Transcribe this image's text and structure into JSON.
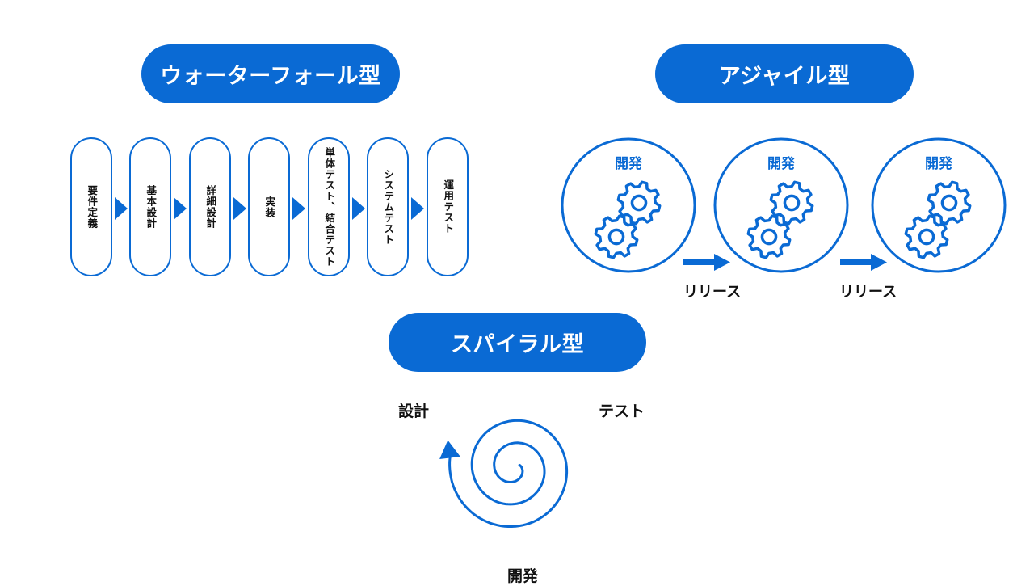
{
  "waterfall": {
    "title": "ウォーターフォール型",
    "steps": [
      "要件定義",
      "基本設計",
      "詳細設計",
      "実装",
      "単体テスト、結合テスト",
      "システムテスト",
      "運用テスト"
    ]
  },
  "agile": {
    "title": "アジャイル型",
    "iterations": [
      "開発",
      "開発",
      "開発"
    ],
    "releases": [
      "リリース",
      "リリース"
    ]
  },
  "spiral": {
    "title": "スパイラル型",
    "labels": {
      "design": "設計",
      "test": "テスト",
      "develop": "開発"
    }
  },
  "colors": {
    "accent": "#0a6ad4",
    "text": "#111111"
  },
  "icons": [
    "gears-icon",
    "arrow-right-icon",
    "spiral-arrow-icon",
    "chevron-right-icon"
  ]
}
